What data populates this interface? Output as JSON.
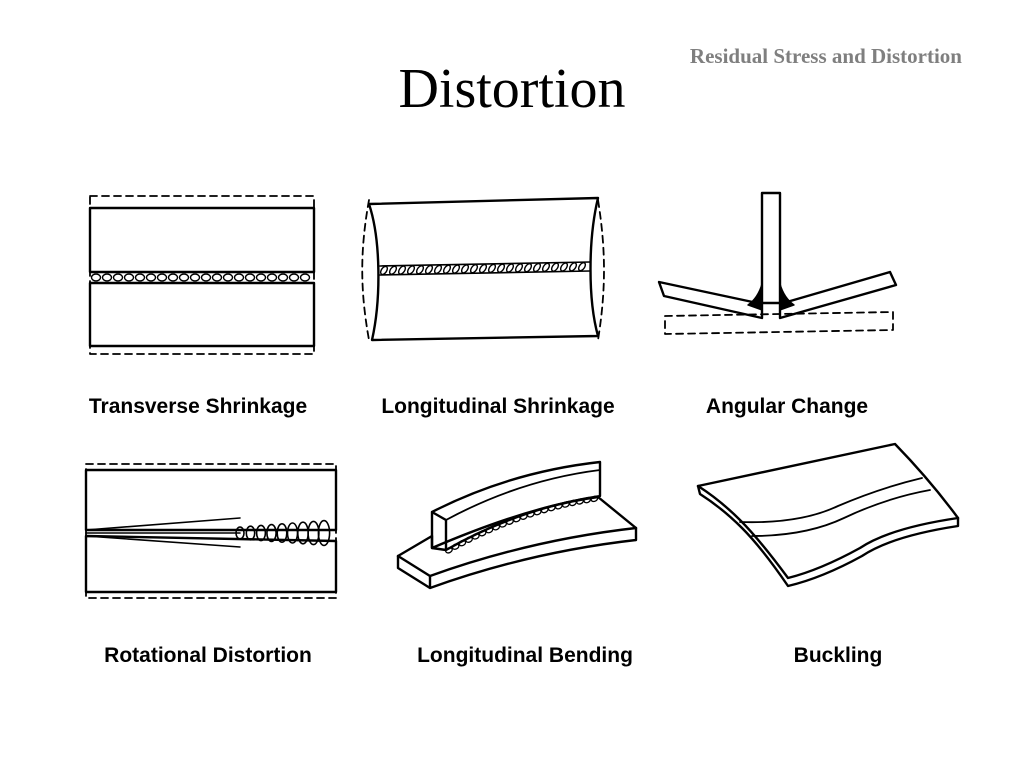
{
  "slide": {
    "header": "Residual Stress and Distortion",
    "title": "Distortion"
  },
  "figures": [
    {
      "id": "transverse-shrinkage",
      "caption": "Transverse Shrinkage"
    },
    {
      "id": "longitudinal-shrinkage",
      "caption": "Longitudinal Shrinkage"
    },
    {
      "id": "angular-change",
      "caption": "Angular Change"
    },
    {
      "id": "rotational-distortion",
      "caption": "Rotational Distortion"
    },
    {
      "id": "longitudinal-bending",
      "caption": "Longitudinal Bending"
    },
    {
      "id": "buckling",
      "caption": "Buckling"
    }
  ],
  "colors": {
    "ink": "#000000",
    "header": "#7f7f7f",
    "background": "#ffffff"
  }
}
